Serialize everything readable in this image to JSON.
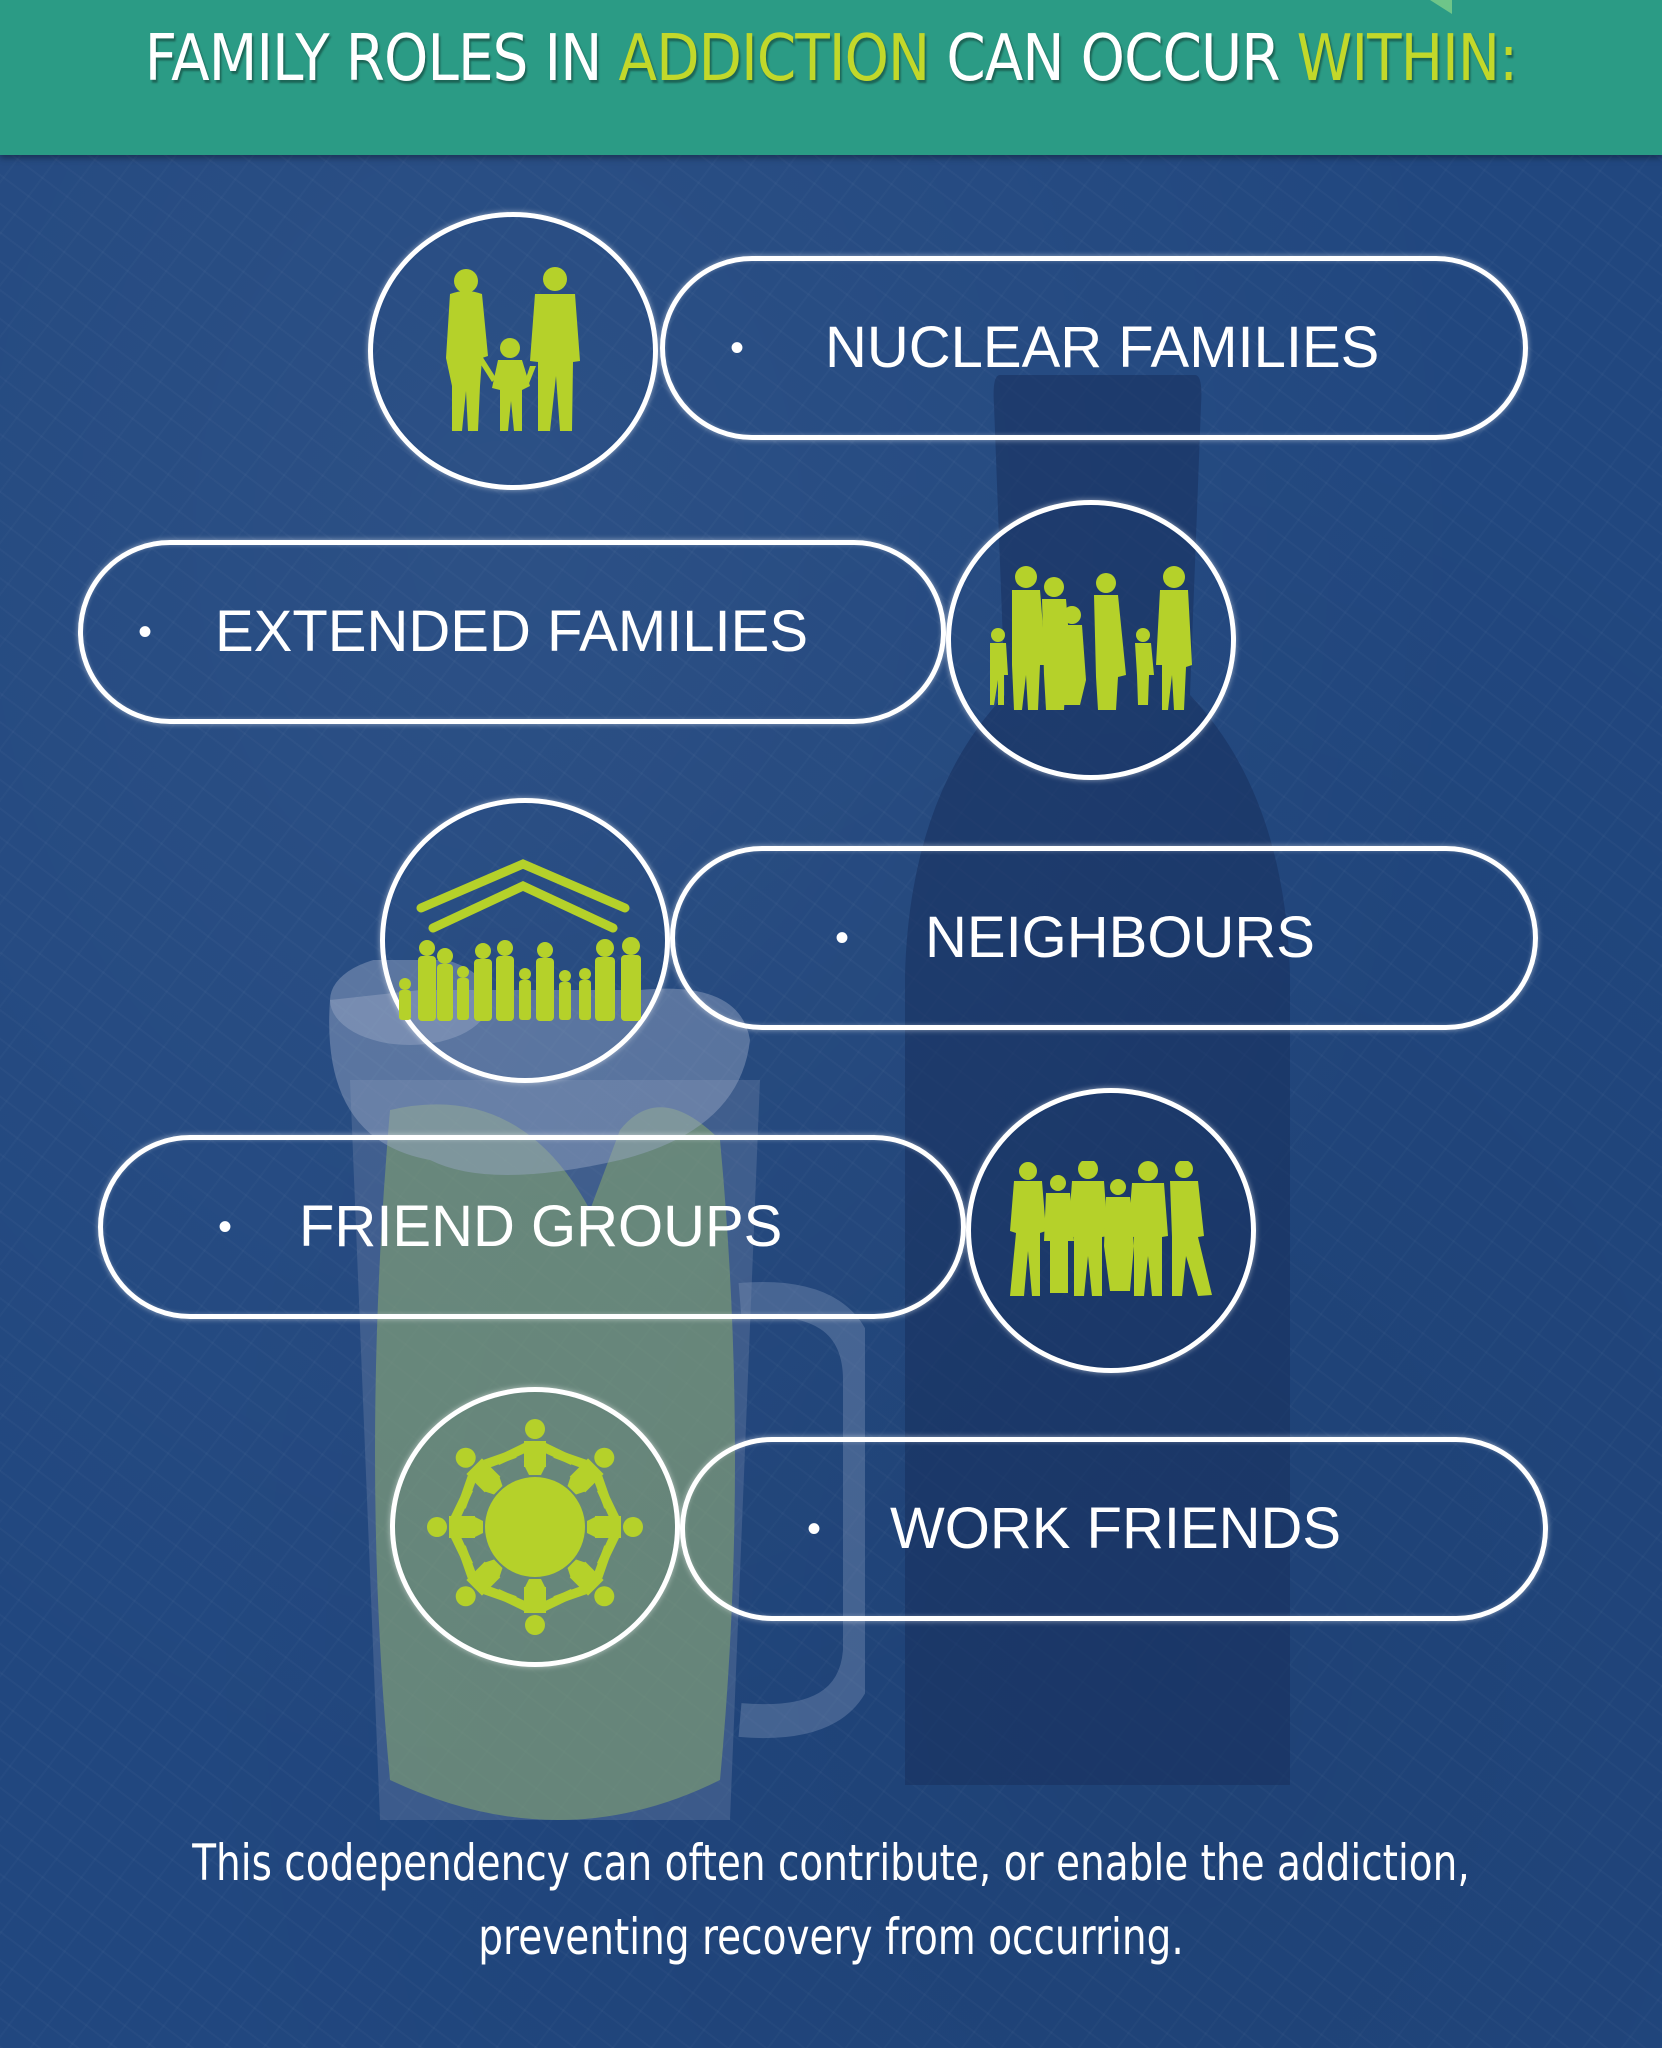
{
  "header": {
    "title_parts": {
      "p1": "FAMILY ROLES IN ",
      "p2": "ADDICTION",
      "p3": " CAN OCCUR ",
      "p4": "WITHIN:"
    },
    "background_color": "#2b9b85",
    "highlight_color": "#c2d82a"
  },
  "items": [
    {
      "bullet": "•",
      "label": "NUCLEAR FAMILIES",
      "icon": "nuclear-family-icon"
    },
    {
      "bullet": "•",
      "label": "EXTENDED FAMILIES",
      "icon": "extended-family-icon"
    },
    {
      "bullet": "•",
      "label": "NEIGHBOURS",
      "icon": "neighbourhood-house-icon"
    },
    {
      "bullet": "•",
      "label": "FRIEND GROUPS",
      "icon": "friend-group-icon"
    },
    {
      "bullet": "•",
      "label": "WORK FRIENDS",
      "icon": "people-circle-icon"
    }
  ],
  "footer": {
    "line1": "This codependency can often contribute, or enable the addiction,",
    "line2": "preventing recovery from occurring."
  },
  "colors": {
    "background": "#21477f",
    "icon_green": "#b5d12a",
    "outline": "#ffffff"
  }
}
